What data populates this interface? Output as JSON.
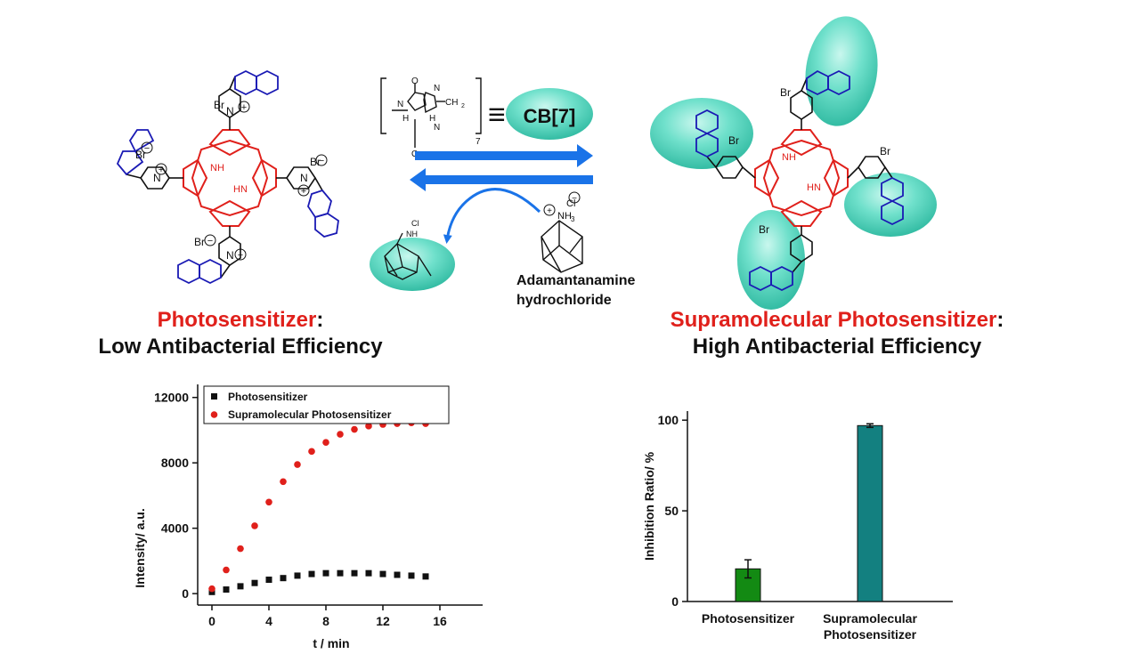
{
  "scheme": {
    "cb7_label": "CB[7]",
    "equiv_symbol": "≡",
    "guest_label_line1": "Adamantanamine",
    "guest_label_line2": "hydrochloride",
    "repeat_subscript": "7",
    "ch2_label": "CH",
    "ch2_sub": "2",
    "n_label": "N",
    "h_label": "H",
    "o_label": "O",
    "nh_label": "NH",
    "hn_label": "HN",
    "br_label": "Br",
    "cl_label": "Cl",
    "nh3_label": "NH",
    "nh3_sub": "3",
    "plus": "+",
    "minus": "−"
  },
  "captions": {
    "left_title": "Photosensitizer",
    "left_colon": ":",
    "left_subtitle": "Low Antibacterial Efficiency",
    "right_title": "Supramolecular Photosensitizer",
    "right_colon": ":",
    "right_subtitle": "High Antibacterial Efficiency"
  },
  "colors": {
    "porphyrin": "#e0201b",
    "naphthalene": "#1a1ab4",
    "cb7": "#4fd6bf",
    "arrow": "#1a73e8",
    "series_ps": "#111111",
    "series_sps": "#e0201b",
    "bar_ps": "#138a13",
    "bar_sps": "#138080"
  },
  "chart_data": [
    {
      "type": "scatter",
      "xlabel": "t / min",
      "ylabel": "Intensity/ a.u.",
      "xlim": [
        -1,
        19
      ],
      "ylim": [
        -700,
        12800
      ],
      "xticks": [
        0,
        4,
        8,
        12,
        16
      ],
      "yticks": [
        0,
        4000,
        8000,
        12000
      ],
      "legend_position": "top",
      "series": [
        {
          "name": "Photosensitizer",
          "marker": "square",
          "x": [
            0,
            1,
            2,
            3,
            4,
            5,
            6,
            7,
            8,
            9,
            10,
            11,
            12,
            13,
            14,
            15
          ],
          "y": [
            100,
            250,
            450,
            650,
            850,
            950,
            1100,
            1200,
            1250,
            1250,
            1250,
            1250,
            1200,
            1150,
            1100,
            1050
          ]
        },
        {
          "name": "Supramolecular Photosensitizer",
          "marker": "circle",
          "x": [
            0,
            1,
            2,
            3,
            4,
            5,
            6,
            7,
            8,
            9,
            10,
            11,
            12,
            13,
            14,
            15
          ],
          "y": [
            300,
            1450,
            2750,
            4150,
            5600,
            6850,
            7900,
            8700,
            9250,
            9750,
            10050,
            10250,
            10350,
            10400,
            10450,
            10400
          ]
        }
      ]
    },
    {
      "type": "bar",
      "ylabel": "Inhibition Ratio/ %",
      "ylim": [
        0,
        105
      ],
      "yticks": [
        0,
        50,
        100
      ],
      "categories": [
        "Photosensitizer",
        "Supramolecular Photosensitizer"
      ],
      "category_lines": [
        [
          "Photosensitizer"
        ],
        [
          "Supramolecular",
          "Photosensitizer"
        ]
      ],
      "values": [
        18,
        97
      ],
      "errors": [
        5,
        1
      ]
    }
  ]
}
